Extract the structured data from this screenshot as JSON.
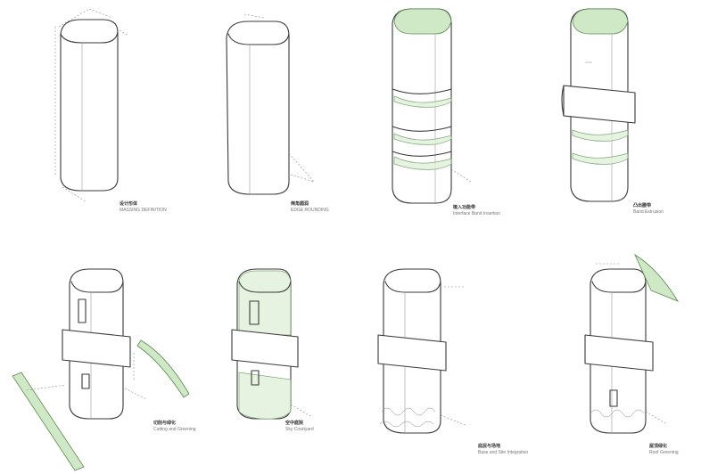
{
  "panels": [
    {
      "id": 1,
      "caption_cn": "设计形体",
      "caption_en": "MASSING DEFINITION"
    },
    {
      "id": 2,
      "caption_cn": "倒角圆润",
      "caption_en": "EDGE ROUNDING"
    },
    {
      "id": 3,
      "caption_cn": "植入功能带",
      "caption_en": "Interface Band Insertion"
    },
    {
      "id": 4,
      "caption_cn": "凸出腰带",
      "caption_en": "Band Extrusion"
    },
    {
      "id": 5,
      "caption_cn": "切削与绿化",
      "caption_en": "Cutting and Greening"
    },
    {
      "id": 6,
      "caption_cn": "空中庭院",
      "caption_en": "Sky Courtyard"
    },
    {
      "id": 7,
      "caption_cn": "底层与场地",
      "caption_en": "Base and Site Integration"
    },
    {
      "id": 8,
      "caption_cn": "屋顶绿化",
      "caption_en": "Roof Greening"
    }
  ],
  "colors": {
    "line": "#3a3a3a",
    "accent_green": "#cfe8c6",
    "accent_green_stroke": "#5a8a50"
  }
}
